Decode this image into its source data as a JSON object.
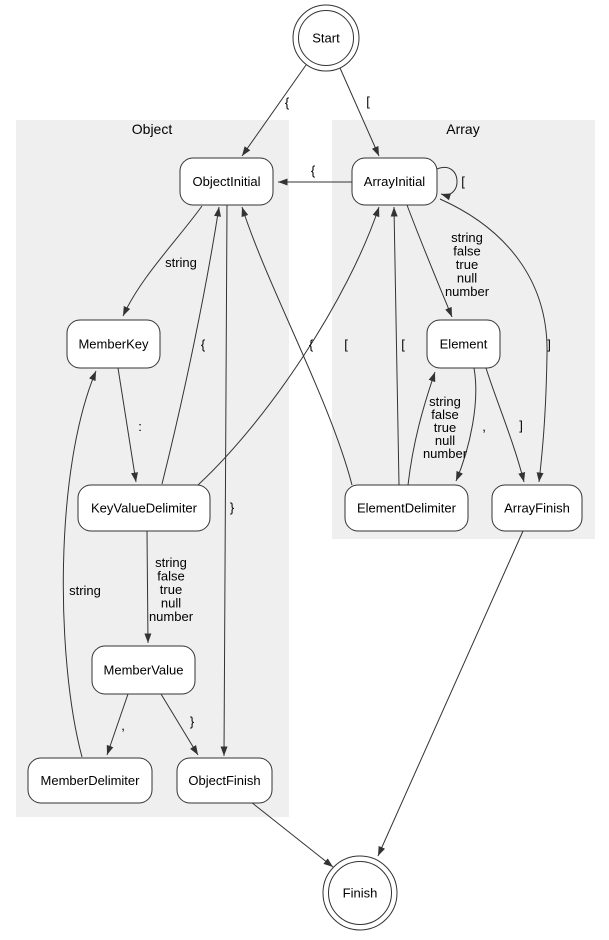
{
  "colors": {
    "background": "#ffffff",
    "cluster_fill": "#efefef",
    "node_fill": "#ffffff",
    "stroke": "#333333",
    "text": "#000000"
  },
  "clusters": [
    {
      "id": "object",
      "label": "Object"
    },
    {
      "id": "array",
      "label": "Array"
    }
  ],
  "nodes": [
    {
      "id": "Start",
      "label": "Start",
      "shape": "doublecircle"
    },
    {
      "id": "ObjectInitial",
      "label": "ObjectInitial",
      "shape": "rounded"
    },
    {
      "id": "ArrayInitial",
      "label": "ArrayInitial",
      "shape": "rounded"
    },
    {
      "id": "MemberKey",
      "label": "MemberKey",
      "shape": "rounded"
    },
    {
      "id": "KeyValueDelimiter",
      "label": "KeyValueDelimiter",
      "shape": "rounded"
    },
    {
      "id": "MemberValue",
      "label": "MemberValue",
      "shape": "rounded"
    },
    {
      "id": "MemberDelimiter",
      "label": "MemberDelimiter",
      "shape": "rounded"
    },
    {
      "id": "ObjectFinish",
      "label": "ObjectFinish",
      "shape": "rounded"
    },
    {
      "id": "Element",
      "label": "Element",
      "shape": "rounded"
    },
    {
      "id": "ElementDelimiter",
      "label": "ElementDelimiter",
      "shape": "rounded"
    },
    {
      "id": "ArrayFinish",
      "label": "ArrayFinish",
      "shape": "rounded"
    },
    {
      "id": "Finish",
      "label": "Finish",
      "shape": "doublecircle"
    }
  ],
  "edges": [
    {
      "from": "Start",
      "to": "ObjectInitial",
      "label": "{"
    },
    {
      "from": "Start",
      "to": "ArrayInitial",
      "label": "["
    },
    {
      "from": "ArrayInitial",
      "to": "ObjectInitial",
      "label": "{"
    },
    {
      "from": "ArrayInitial",
      "to": "ArrayInitial",
      "label": "["
    },
    {
      "from": "ObjectInitial",
      "to": "MemberKey",
      "label": "string"
    },
    {
      "from": "MemberKey",
      "to": "KeyValueDelimiter",
      "label": ":"
    },
    {
      "from": "KeyValueDelimiter",
      "to": "MemberValue",
      "label": "string\nfalse\ntrue\nnull\nnumber"
    },
    {
      "from": "KeyValueDelimiter",
      "to": "ObjectInitial",
      "label": "{"
    },
    {
      "from": "KeyValueDelimiter",
      "to": "ArrayInitial",
      "label": "["
    },
    {
      "from": "MemberValue",
      "to": "MemberDelimiter",
      "label": ","
    },
    {
      "from": "MemberValue",
      "to": "ObjectFinish",
      "label": "}"
    },
    {
      "from": "MemberDelimiter",
      "to": "MemberKey",
      "label": "string"
    },
    {
      "from": "ObjectInitial",
      "to": "ObjectFinish",
      "label": "}"
    },
    {
      "from": "ArrayInitial",
      "to": "Element",
      "label": "string\nfalse\ntrue\nnull\nnumber"
    },
    {
      "from": "ArrayInitial",
      "to": "ArrayFinish",
      "label": "]"
    },
    {
      "from": "Element",
      "to": "ElementDelimiter",
      "label": ","
    },
    {
      "from": "Element",
      "to": "ArrayFinish",
      "label": "]"
    },
    {
      "from": "ElementDelimiter",
      "to": "Element",
      "label": "string\nfalse\ntrue\nnull\nnumber"
    },
    {
      "from": "ElementDelimiter",
      "to": "ArrayInitial",
      "label": "["
    },
    {
      "from": "ElementDelimiter",
      "to": "ObjectInitial",
      "label": "{"
    },
    {
      "from": "ObjectFinish",
      "to": "Finish",
      "label": ""
    },
    {
      "from": "ArrayFinish",
      "to": "Finish",
      "label": ""
    }
  ]
}
